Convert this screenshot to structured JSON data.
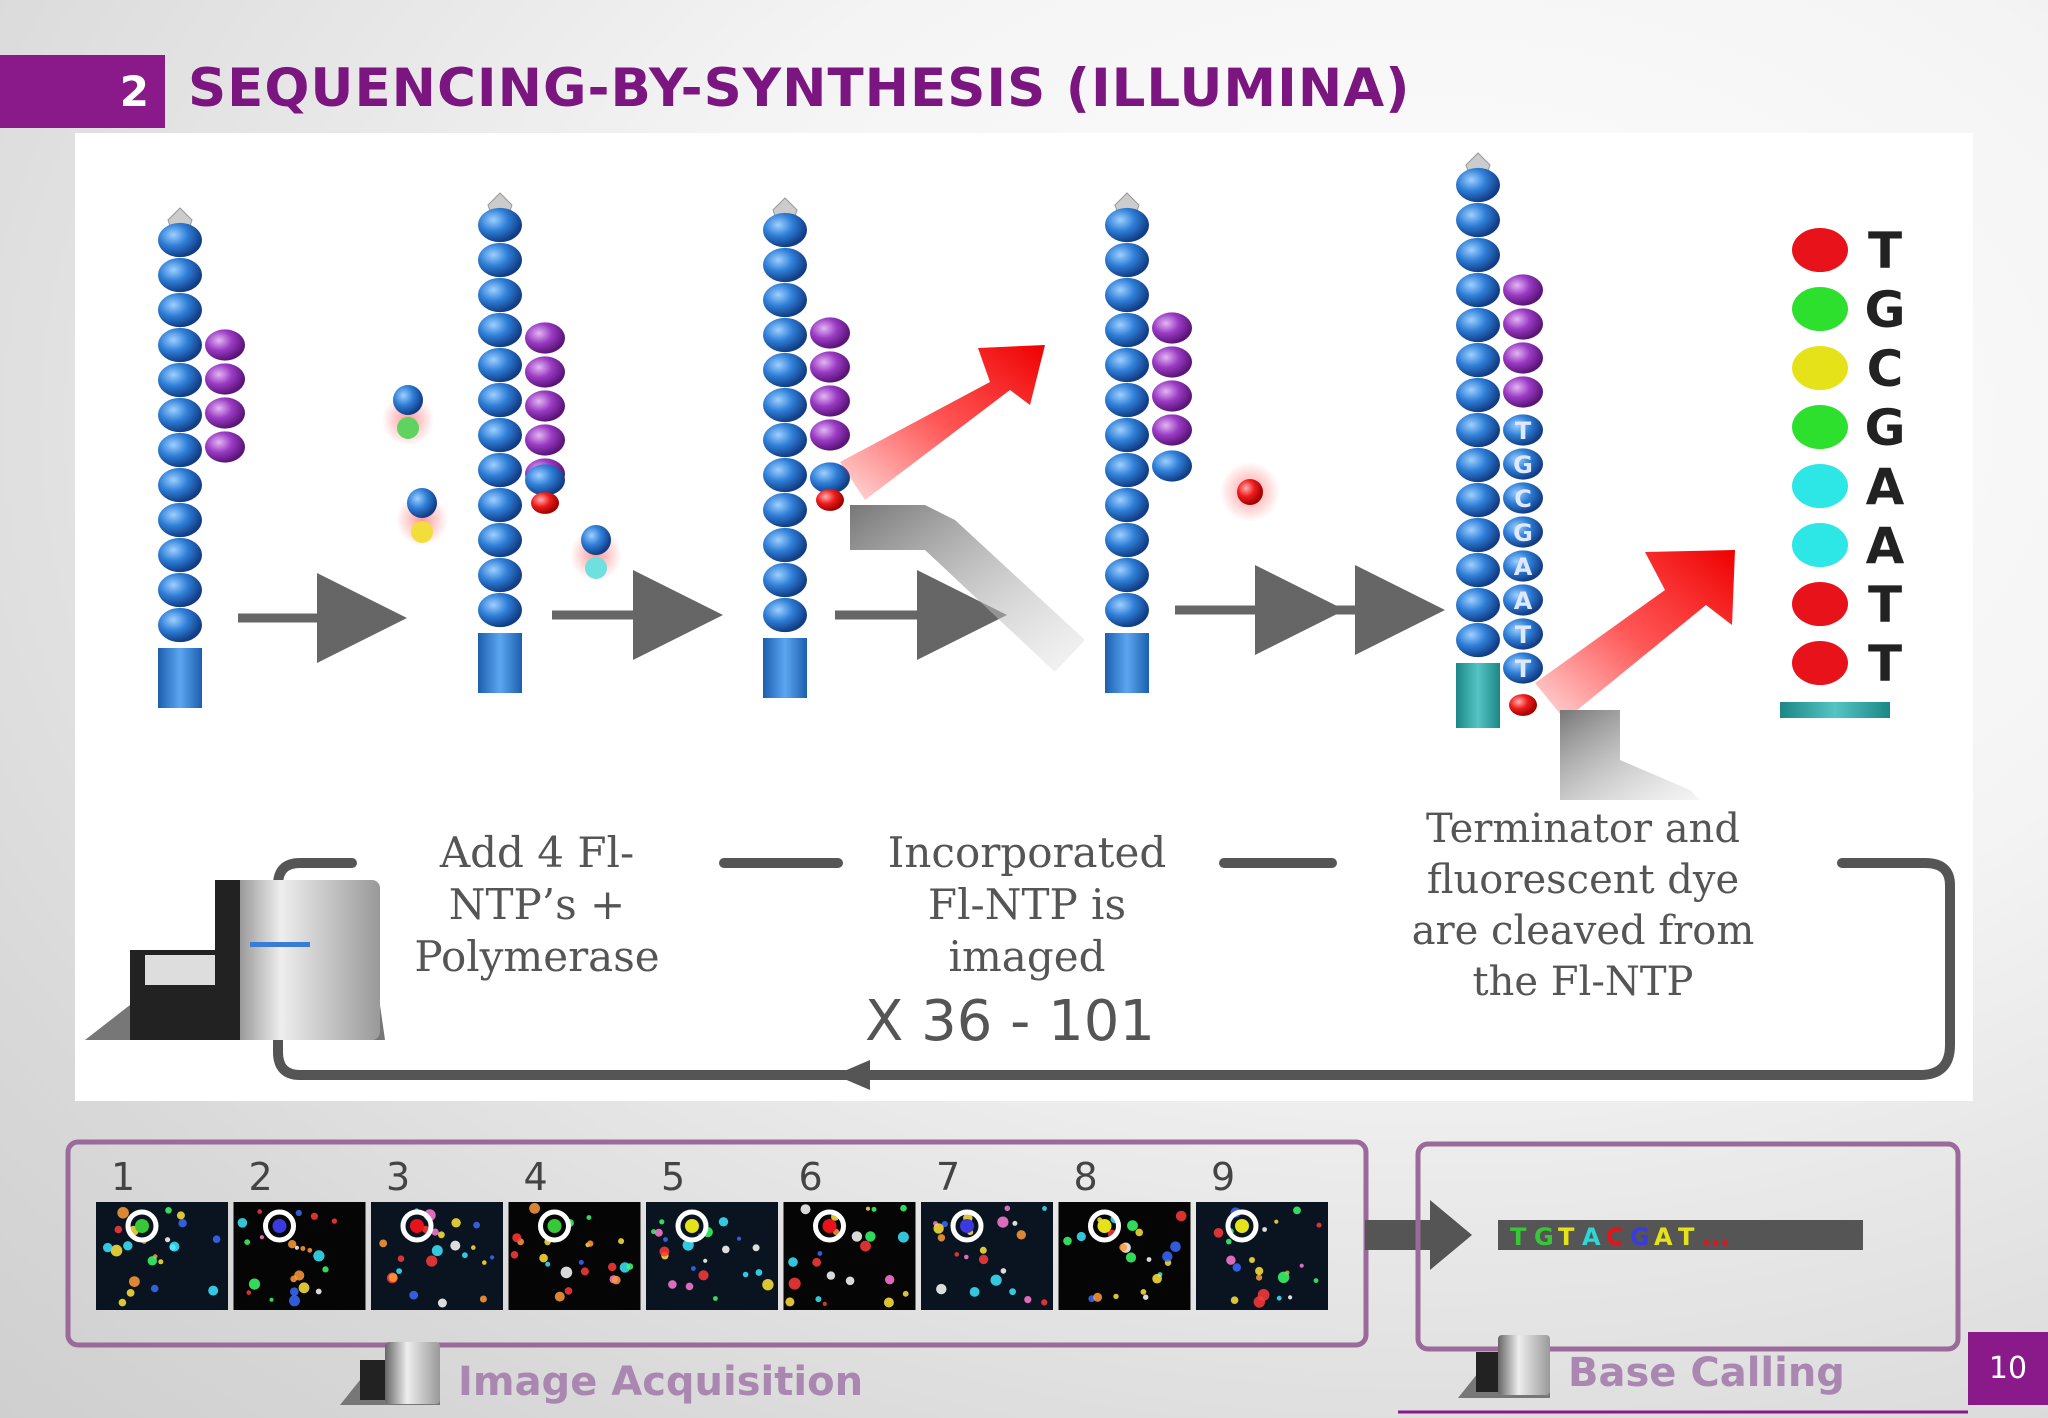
{
  "slide": {
    "section_number": "2",
    "title": "SEQUENCING-BY-SYNTHESIS (ILLUMINA)",
    "page_number": "10"
  },
  "diagram": {
    "step1_label": [
      "Add 4 Fl-",
      "NTP’s +",
      "Polymerase"
    ],
    "step2_label": [
      "Incorporated",
      "Fl-NTP is",
      "imaged"
    ],
    "step3_label": [
      "Terminator and",
      "fluorescent dye",
      "are cleaved from",
      "the Fl-NTP"
    ],
    "cycle_label": "X 36 - 101",
    "strand_bases": [
      "T",
      "G",
      "C",
      "G",
      "A",
      "A",
      "T",
      "T"
    ],
    "legend": [
      {
        "base": "T",
        "color": "#e8121a"
      },
      {
        "base": "G",
        "color": "#2ee02e"
      },
      {
        "base": "C",
        "color": "#e6e21a"
      },
      {
        "base": "G",
        "color": "#2ee02e"
      },
      {
        "base": "A",
        "color": "#2de6e6"
      },
      {
        "base": "A",
        "color": "#2de6e6"
      },
      {
        "base": "T",
        "color": "#e8121a"
      },
      {
        "base": "T",
        "color": "#e8121a"
      }
    ]
  },
  "acquisition": {
    "frames": [
      "1",
      "2",
      "3",
      "4",
      "5",
      "6",
      "7",
      "8",
      "9"
    ],
    "label": "Image Acquisition"
  },
  "base_calling": {
    "label": "Base Calling",
    "read": [
      {
        "base": "T",
        "color": "#37c837"
      },
      {
        "base": "G",
        "color": "#37c837"
      },
      {
        "base": "T",
        "color": "#e6e21a"
      },
      {
        "base": "A",
        "color": "#2ed6d6"
      },
      {
        "base": "C",
        "color": "#e8121a"
      },
      {
        "base": "G",
        "color": "#3a3ae0"
      },
      {
        "base": "A",
        "color": "#e6e21a"
      },
      {
        "base": "T",
        "color": "#e6e21a"
      },
      {
        "base": "...",
        "color": "#e8121a"
      }
    ]
  }
}
